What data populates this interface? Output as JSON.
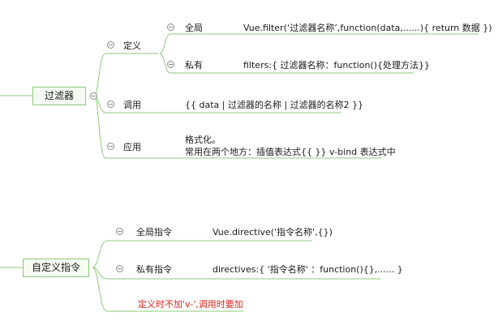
{
  "colors": {
    "line": "#8dc97a",
    "note": "#d9261c"
  },
  "filter": {
    "title": "过滤器",
    "define": {
      "label": "定义",
      "global": {
        "label": "全局",
        "value": "Vue.filter(‘过滤器名称’,function(data,......){ return 数据 })"
      },
      "private": {
        "label": "私有",
        "value": "filters:{  过滤器名称：function(){处理方法}}"
      }
    },
    "call": {
      "label": "调用",
      "value": "{{ data | 过滤器的名称 | 过滤器的名称2 }}"
    },
    "apply": {
      "label": "应用",
      "line1": "格式化。",
      "line2": "常用在两个地方：插值表达式{{ }} v-bind 表达式中"
    }
  },
  "directive": {
    "title": "自定义指令",
    "global": {
      "label": "全局指令",
      "value": "Vue.directive('指令名称',{})"
    },
    "private": {
      "label": "私有指令",
      "value": "directives:{ '指令名称' ：function(){},...... }"
    },
    "note": "定义时不加'v-',调用时要加"
  }
}
